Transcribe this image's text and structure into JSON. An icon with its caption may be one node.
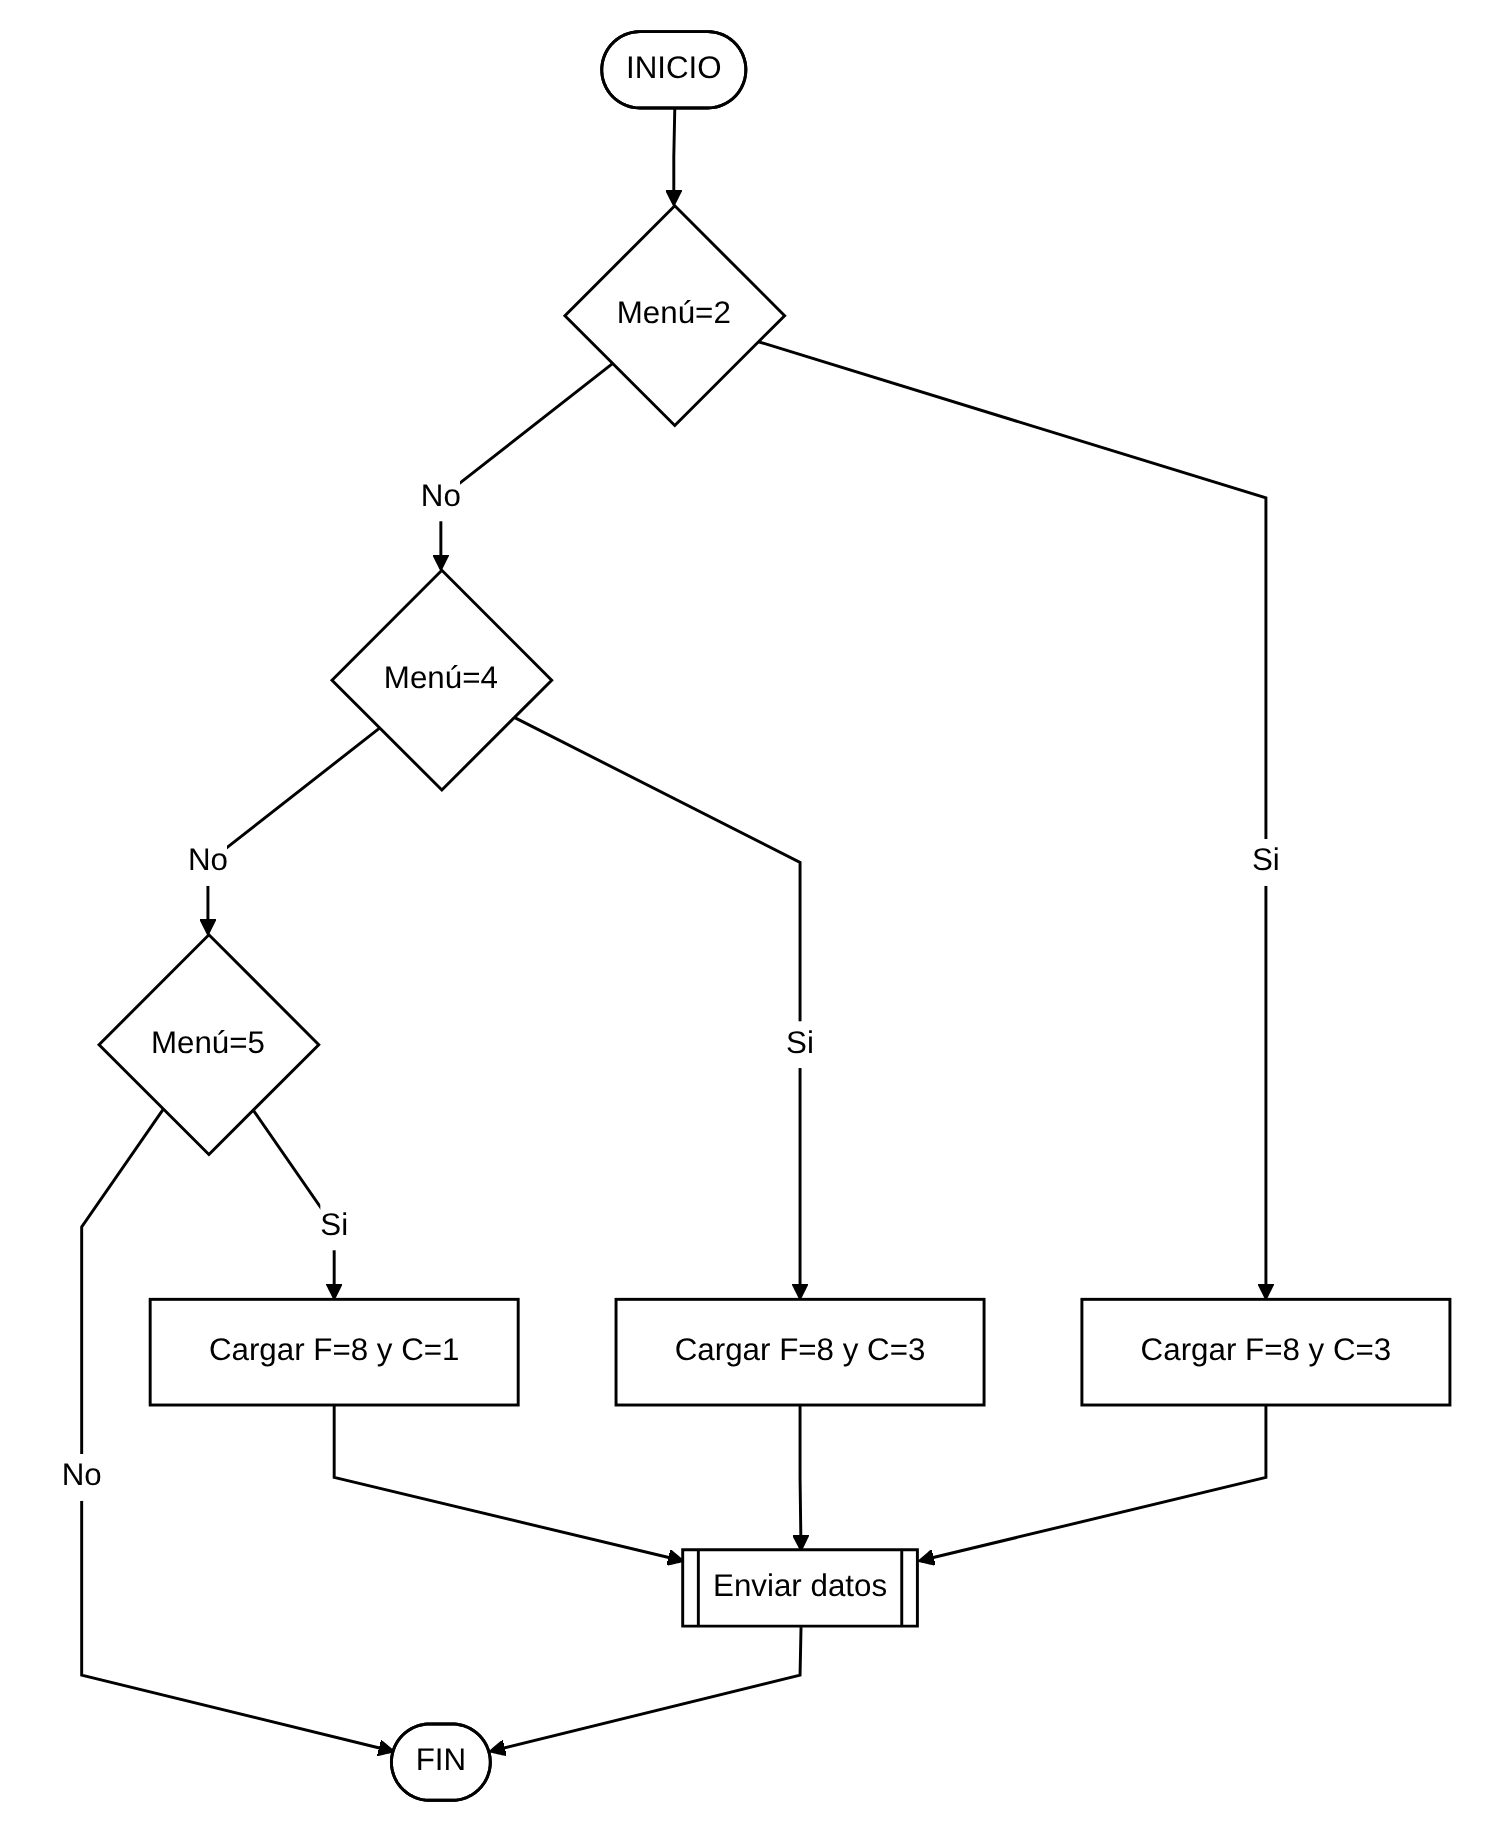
{
  "diagram": {
    "nodes": [
      {
        "text": [
          "INICIO"
        ]
      },
      {
        "text": [
          "Menú=2"
        ]
      },
      {
        "text": [
          "Menú=4"
        ]
      },
      {
        "text": [
          "Cargar F=8 y C=3"
        ]
      },
      {
        "text": [
          "Menú=5"
        ]
      },
      {
        "text": [
          "Cargar F=8 y C=3"
        ]
      },
      {
        "text": [
          "Cargar F=8 y C=1"
        ]
      },
      {
        "text": [
          "Enviar datos"
        ]
      },
      {
        "text": [
          "FIN"
        ]
      }
    ],
    "edges": [
      {
        "from": 0,
        "to": 1,
        "arrow": "to"
      },
      {
        "from": 1,
        "to": 2,
        "arrow": "to",
        "label": "No"
      },
      {
        "from": 1,
        "to": 3,
        "arrow": "to",
        "label": "Si"
      },
      {
        "from": 2,
        "to": 4,
        "arrow": "to",
        "label": "No"
      },
      {
        "from": 2,
        "to": 5,
        "arrow": "to",
        "label": "Si"
      },
      {
        "from": 4,
        "to": 8,
        "arrow": "to",
        "label": "No"
      },
      {
        "from": 4,
        "to": 6,
        "arrow": "to",
        "label": "Si"
      },
      {
        "from": 6,
        "to": 7,
        "arrow": "to"
      },
      {
        "from": 5,
        "to": 7,
        "arrow": "to"
      },
      {
        "from": 3,
        "to": 7,
        "arrow": "to"
      },
      {
        "from": 7,
        "to": 8,
        "arrow": "to"
      }
    ]
  }
}
